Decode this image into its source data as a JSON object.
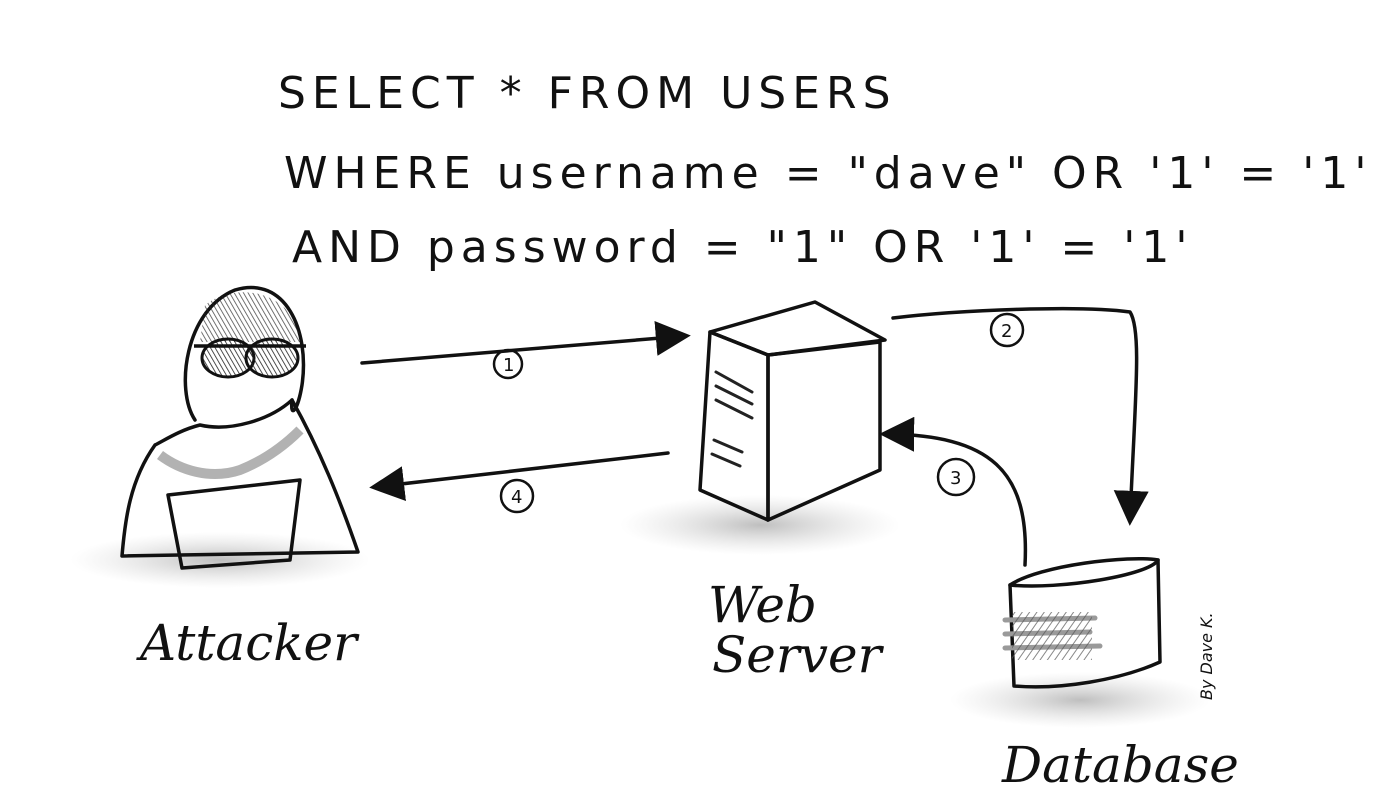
{
  "query": {
    "line1": "SELECT * FROM USERS",
    "line2": "WHERE username = \"dave\" OR '1' = '1'",
    "line3": "AND password = \"1\" OR '1' = '1'"
  },
  "nodes": {
    "attacker": "Attacker",
    "web_server_line1": "Web",
    "web_server_line2": "Server",
    "database": "Database"
  },
  "steps": {
    "step1": "1",
    "step2": "2",
    "step3": "3",
    "step4": "4"
  },
  "credit": "By Dave K.",
  "colors": {
    "ink": "#111111",
    "shade": "#9a9a9a",
    "background": "#ffffff"
  }
}
